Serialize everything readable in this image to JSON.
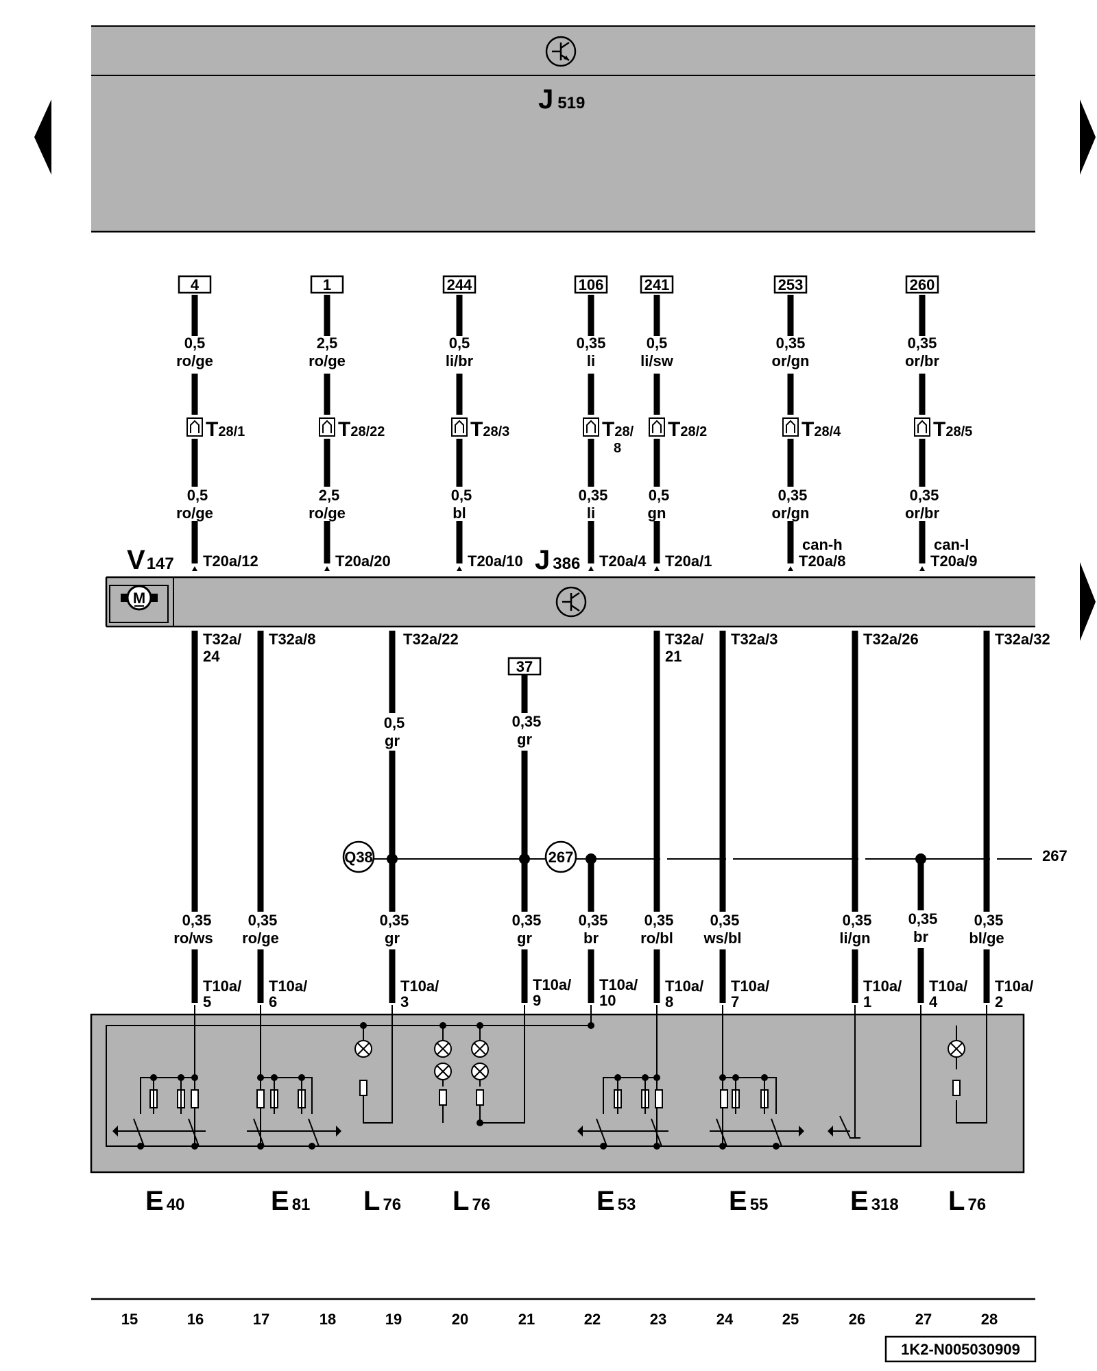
{
  "nav": {
    "prev_icon": "arrow-left-icon",
    "next_icon": "arrow-right-icon"
  },
  "modules": {
    "top": {
      "name": "J",
      "sub": "519"
    },
    "middle": {
      "name": "J",
      "sub": "386"
    },
    "motor": {
      "name": "V",
      "sub": "147",
      "symbol": "M"
    }
  },
  "upper_wires": [
    {
      "ref": "4",
      "top": {
        "size": "0,5",
        "color": "ro/ge"
      },
      "conn": "28/1",
      "bottom": {
        "size": "0,5",
        "color": "ro/ge"
      },
      "pin": "T20a/12"
    },
    {
      "ref": "1",
      "top": {
        "size": "2,5",
        "color": "ro/ge"
      },
      "conn": "28/22",
      "bottom": {
        "size": "2,5",
        "color": "ro/ge"
      },
      "pin": "T20a/20"
    },
    {
      "ref": "244",
      "top": {
        "size": "0,5",
        "color": "li/br"
      },
      "conn": "28/3",
      "bottom": {
        "size": "0,5",
        "color": "bl"
      },
      "pin": "T20a/10"
    },
    {
      "ref": "106",
      "top": {
        "size": "0,35",
        "color": "li"
      },
      "conn": "28/",
      "conn2": "8",
      "bottom": {
        "size": "0,35",
        "color": "li"
      },
      "pin": "T20a/4"
    },
    {
      "ref": "241",
      "top": {
        "size": "0,5",
        "color": "li/sw"
      },
      "conn": "28/2",
      "bottom": {
        "size": "0,5",
        "color": "gn"
      },
      "pin": "T20a/1"
    },
    {
      "ref": "253",
      "top": {
        "size": "0,35",
        "color": "or/gn"
      },
      "conn": "28/4",
      "bottom": {
        "size": "0,35",
        "color": "or/gn"
      },
      "pin": "T20a/8",
      "bus": "can-h"
    },
    {
      "ref": "260",
      "top": {
        "size": "0,35",
        "color": "or/br"
      },
      "conn": "28/5",
      "bottom": {
        "size": "0,35",
        "color": "or/br"
      },
      "pin": "T20a/9",
      "bus": "can-l"
    }
  ],
  "lower_wires": [
    {
      "pin1": "T32a/",
      "pin2": "24",
      "size": "0,35",
      "color": "ro/ws",
      "t1": "T10a/",
      "t2": "5"
    },
    {
      "pin1": "T32a/8",
      "pin2": "",
      "size": "0,35",
      "color": "ro/ge",
      "t1": "T10a/",
      "t2": "6"
    },
    {
      "pin1": "T32a/22",
      "pin2": "",
      "upper_size": "0,5",
      "upper_color": "gr",
      "size": "0,35",
      "color": "gr",
      "t1": "T10a/",
      "t2": "3"
    },
    {
      "ref": "37",
      "upper_size": "0,35",
      "upper_color": "gr",
      "size": "0,35",
      "color": "gr",
      "t1": "T10a/",
      "t2": "9"
    },
    {
      "size": "0,35",
      "color": "br",
      "t1": "T10a/",
      "t2": "10"
    },
    {
      "pin1": "T32a/",
      "pin2": "21",
      "size": "0,35",
      "color": "ro/bl",
      "t1": "T10a/",
      "t2": "8"
    },
    {
      "pin1": "T32a/3",
      "pin2": "",
      "size": "0,35",
      "color": "ws/bl",
      "t1": "T10a/",
      "t2": "7"
    },
    {
      "pin1": "T32a/26",
      "pin2": "",
      "size": "0,35",
      "color": "li/gn",
      "t1": "T10a/",
      "t2": "1"
    },
    {
      "size": "0,35",
      "color": "br",
      "t1": "T10a/",
      "t2": "4"
    },
    {
      "pin1": "T32a/32",
      "pin2": "",
      "size": "0,35",
      "color": "bl/ge",
      "t1": "T10a/",
      "t2": "2"
    }
  ],
  "ground": {
    "q38": "Q38",
    "c267": "267",
    "right": "267"
  },
  "components": [
    {
      "name": "E",
      "sub": "40"
    },
    {
      "name": "E",
      "sub": "81"
    },
    {
      "name": "L",
      "sub": "76"
    },
    {
      "name": "L",
      "sub": "76"
    },
    {
      "name": "E",
      "sub": "53"
    },
    {
      "name": "E",
      "sub": "55"
    },
    {
      "name": "E",
      "sub": "318"
    },
    {
      "name": "L",
      "sub": "76"
    }
  ],
  "track_numbers": [
    "15",
    "16",
    "17",
    "18",
    "19",
    "20",
    "21",
    "22",
    "23",
    "24",
    "25",
    "26",
    "27",
    "28"
  ],
  "doc_code": "1K2-N005030909"
}
